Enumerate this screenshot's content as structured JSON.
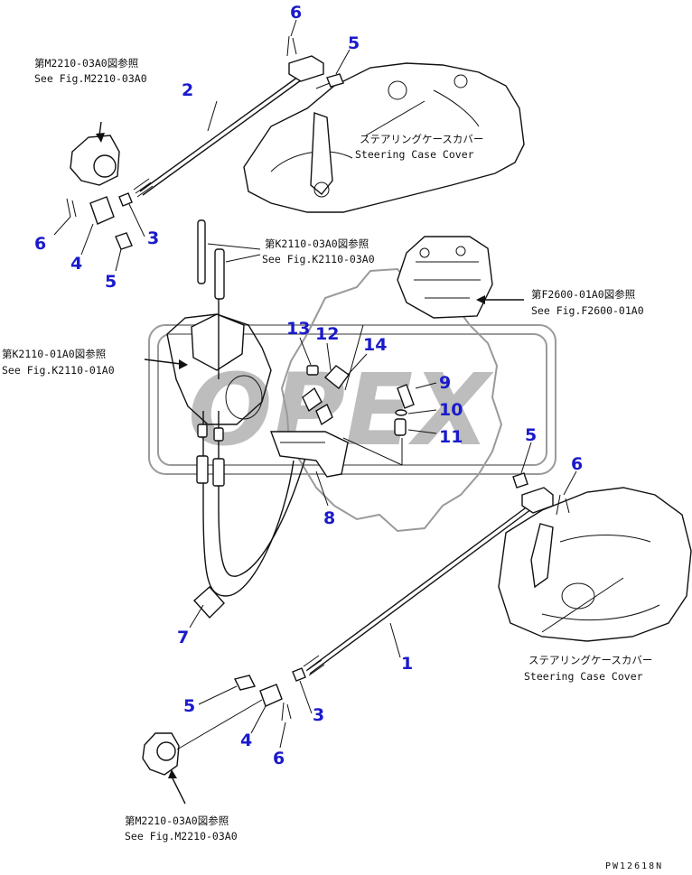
{
  "refs": {
    "m2210_top_jp": "第M2210-03A0図参照",
    "m2210_top_en": "See Fig.M2210-03A0",
    "k2110_03_jp": "第K2110-03A0図参照",
    "k2110_03_en": "See Fig.K2110-03A0",
    "f2600_jp": "第F2600-01A0図参照",
    "f2600_en": "See Fig.F2600-01A0",
    "k2110_01_jp": "第K2110-01A0図参照",
    "k2110_01_en": "See Fig.K2110-01A0",
    "m2210_bot_jp": "第M2210-03A0図参照",
    "m2210_bot_en": "See Fig.M2210-03A0",
    "steer_top_jp": "ステアリングケースカバー",
    "steer_top_en": "Steering Case Cover",
    "steer_bot_jp": "ステアリングケースカバー",
    "steer_bot_en": "Steering Case Cover"
  },
  "callouts": {
    "c1": "1",
    "c2": "2",
    "c3a": "3",
    "c3b": "3",
    "c4a": "4",
    "c4b": "4",
    "c5a": "5",
    "c5b": "5",
    "c5c": "5",
    "c5d": "5",
    "c6a": "6",
    "c6b": "6",
    "c6c": "6",
    "c6d": "6",
    "c7": "7",
    "c8": "8",
    "c9": "9",
    "c10": "10",
    "c11": "11",
    "c12": "12",
    "c13": "13",
    "c14": "14"
  },
  "watermark": "OPEX",
  "drawing_code": "PW12618N",
  "colors": {
    "callout": "#1a1acc",
    "line": "#111111",
    "watermark": "#9a9a9a"
  }
}
